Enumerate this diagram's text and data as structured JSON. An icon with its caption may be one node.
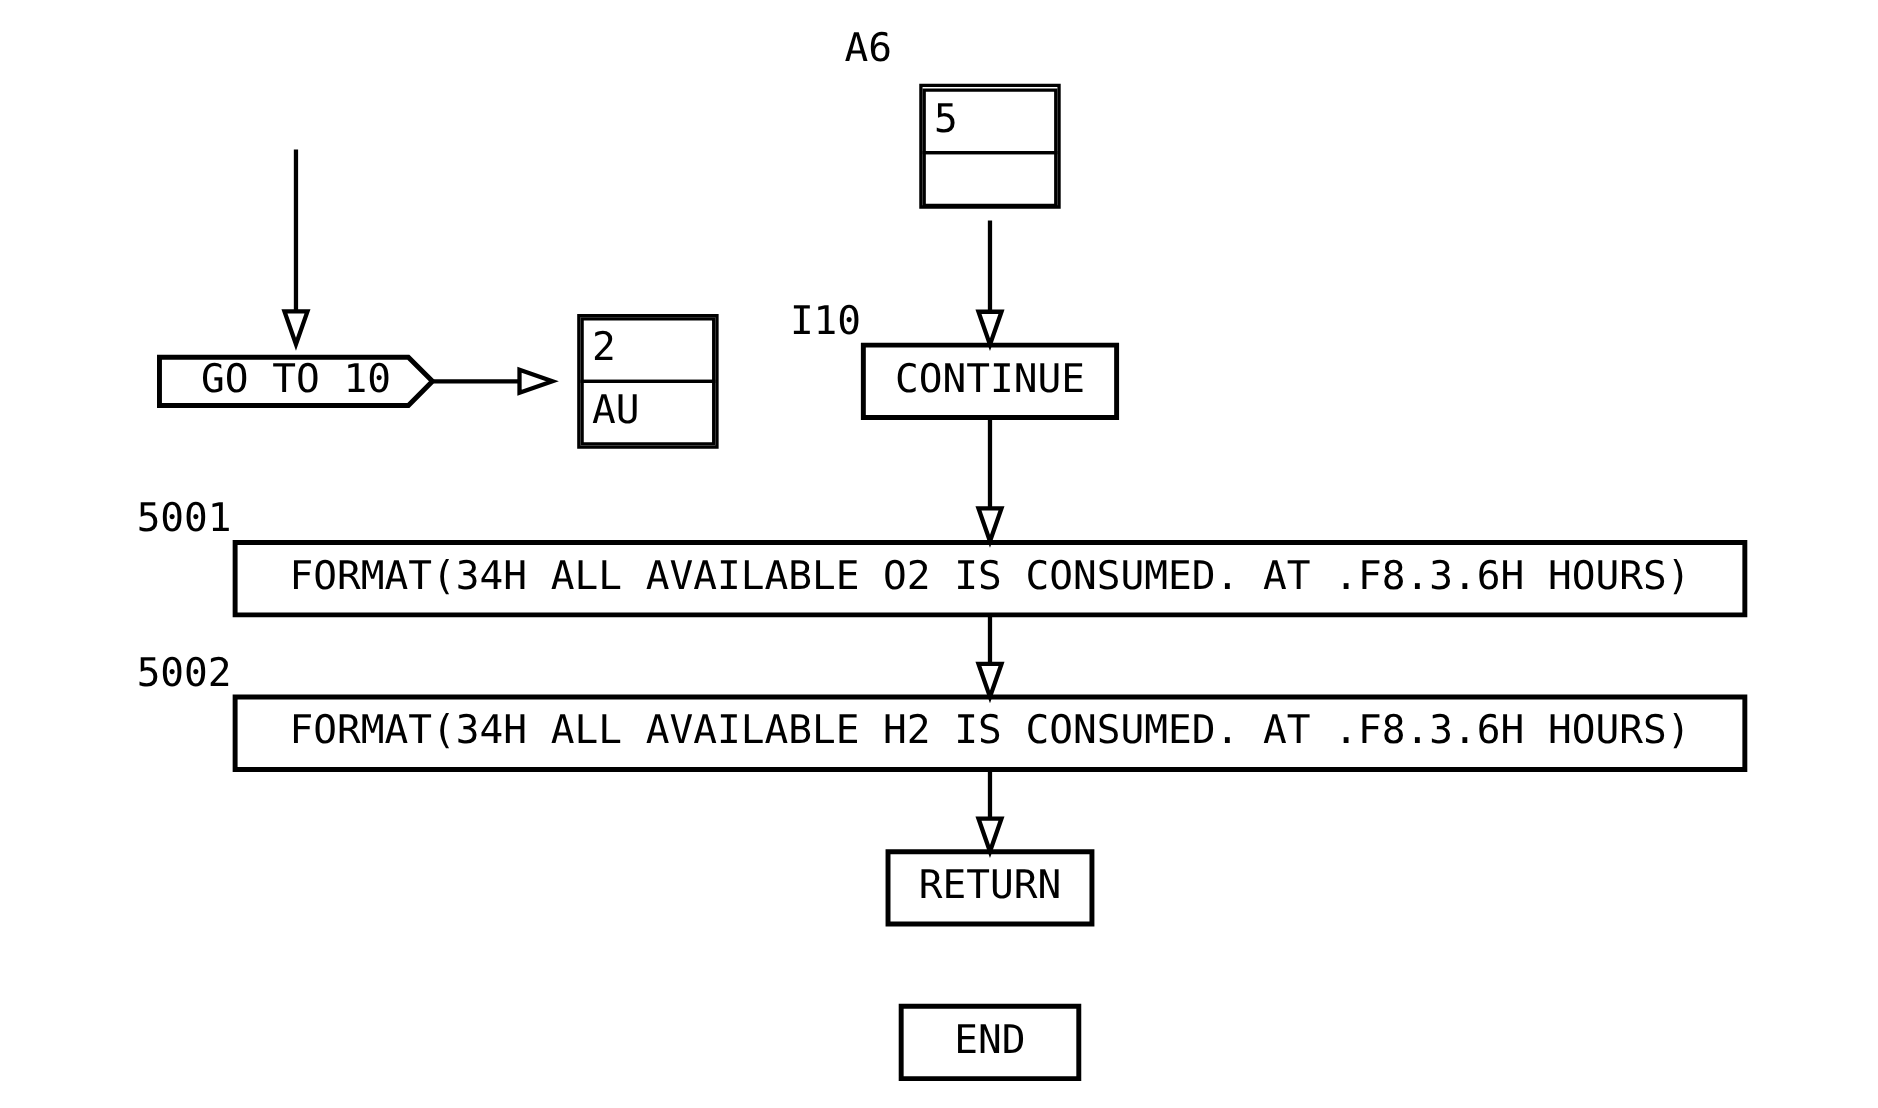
{
  "diagram": {
    "nodes": [
      {
        "text": [
          "GO TO 10"
        ]
      },
      {
        "text": [
          "2",
          "AU"
        ]
      },
      {
        "text": [
          "5"
        ],
        "beside": [
          "A6"
        ]
      },
      {
        "text": [
          "CONTINUE"
        ],
        "beside": [
          "I10"
        ]
      },
      {
        "text": [
          "FORMAT(34H ALL AVAILABLE O2 IS CONSUMED. AT .F8.3.6H HOURS)"
        ],
        "beside": [
          "5001"
        ]
      },
      {
        "text": [
          "FORMAT(34H ALL AVAILABLE H2 IS CONSUMED. AT .F8.3.6H HOURS)"
        ],
        "beside": [
          "5002"
        ]
      },
      {
        "text": [
          "RETURN"
        ]
      },
      {
        "text": [
          "END"
        ]
      }
    ],
    "edges": [
      {
        "from": null,
        "to": 0,
        "arrow": "to"
      },
      {
        "from": 0,
        "to": 1,
        "arrow": "to"
      },
      {
        "from": 2,
        "to": 3,
        "arrow": "to"
      },
      {
        "from": 3,
        "to": 4,
        "arrow": "to"
      },
      {
        "from": 4,
        "to": 5,
        "arrow": "to"
      },
      {
        "from": 5,
        "to": 6,
        "arrow": "to"
      }
    ]
  }
}
